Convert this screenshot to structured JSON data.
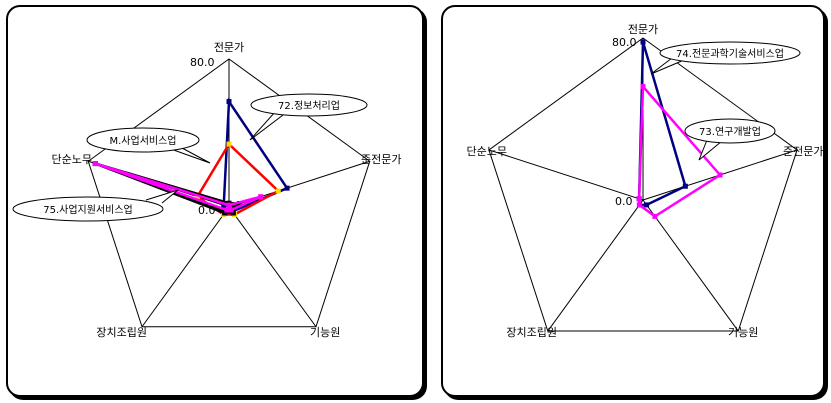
{
  "chart_data": [
    {
      "type": "radar",
      "axes": [
        "전문가",
        "준전문가",
        "기능원",
        "장치조립원",
        "단순노무"
      ],
      "range": [
        0.0,
        80.0
      ],
      "tick_labels": [
        "0.0",
        "80.0"
      ],
      "grid": false,
      "legend": "callouts",
      "series": [
        {
          "name": "72.정보처리업",
          "color": "#000080",
          "values": [
            57,
            33,
            3,
            3,
            3
          ]
        },
        {
          "name": "M.사업서비스업",
          "color": "#ff0000",
          "values": [
            34,
            28,
            5,
            5,
            18
          ]
        },
        {
          "name": "75.사업지원서비스업",
          "color": "#000000",
          "values": [
            2,
            6,
            3,
            3,
            76
          ]
        },
        {
          "name": "",
          "color": "#000000",
          "values": [
            2,
            3,
            4,
            4,
            76
          ]
        },
        {
          "name": "",
          "color": "#ff00ff",
          "values": [
            1,
            18,
            2,
            2,
            76
          ]
        }
      ]
    },
    {
      "type": "radar",
      "axes": [
        "전문가",
        "준전문가",
        "기능원",
        "장치조립원",
        "단순노무"
      ],
      "range": [
        0.0,
        80.0
      ],
      "tick_labels": [
        "0.0",
        "80.0"
      ],
      "grid": false,
      "legend": "callouts",
      "series": [
        {
          "name": "74.전문과학기술서비스업",
          "color": "#000080",
          "values": [
            78,
            22,
            3,
            3,
            2
          ]
        },
        {
          "name": "73.연구개발업",
          "color": "#ff00ff",
          "values": [
            56,
            40,
            10,
            3,
            2
          ]
        }
      ]
    }
  ]
}
